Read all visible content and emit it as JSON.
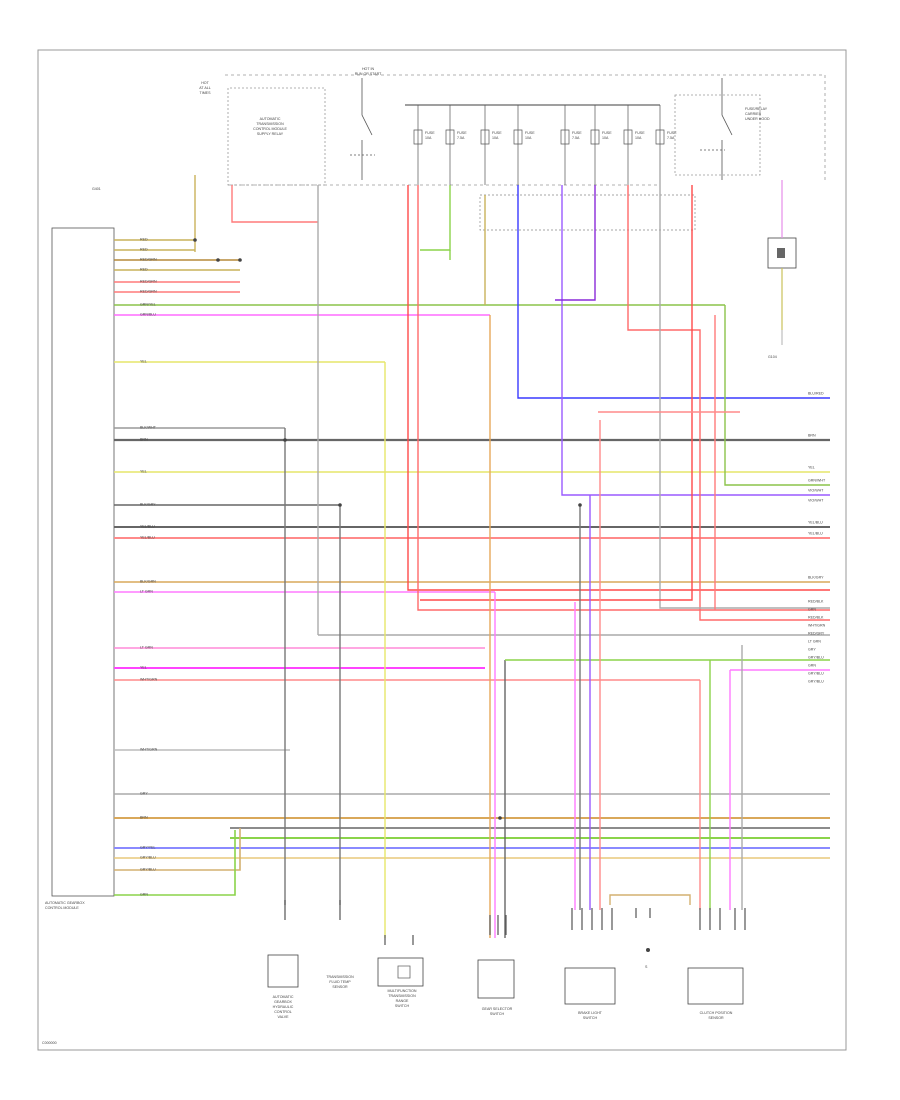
{
  "diagram": {
    "footer_code": "C000000",
    "hot_at_all_times": [
      "HOT",
      "AT ALL",
      "TIMES"
    ],
    "hot_in_run": [
      "HOT IN",
      "RUN OR START"
    ],
    "fuses": [
      "FUSE\n10A",
      "FUSE\n7.5A",
      "FUSE\n10A",
      "FUSE\n10A",
      "FUSE\n7.5A",
      "FUSE\n10A",
      "FUSE\n10A",
      "FUSE\n7.5A"
    ],
    "relay_box_label": [
      "AUTOMATIC",
      "TRANSMISSION",
      "CONTROL MODULE",
      "SUPPLY RELAY"
    ],
    "right_relay_label": [
      "FUSE/RELAY",
      "CARRIER",
      "UNDER HOOD"
    ],
    "module_label": [
      "AUTOMATIC GEARBOX",
      "CONTROL MODULE"
    ],
    "ground_labels": [
      "G401",
      "G104"
    ],
    "module_pin_colors": [
      "RED",
      "RED",
      "RED/GRN",
      "RED",
      "RED/GRN",
      "RED/GRN",
      "GRN/YEL",
      "GRN/BLU",
      "YEL",
      "BLK/WHT",
      "BRN",
      "YEL",
      "BLK/GRY",
      "YEL/BLU",
      "YEL/BLU",
      "BLK/GRN",
      "LT GRN",
      "LT GRN",
      "YEL",
      "WHT/GRN",
      "WHT/GRN",
      "GRY",
      "BRN",
      "GRY/YEL",
      "GRY/BLU",
      "GRY/BLU",
      "GRN"
    ],
    "right_wire_labels": [
      "BLU/RED",
      "BRN",
      "YEL",
      "GRN/WHT",
      "VIO/WHT",
      "VIO/WHT",
      "YEL/BLU",
      "YEL/BLU",
      "BLK/GRY",
      "RED/BLK",
      "GRN",
      "RED/BLK",
      "WHT/GRN",
      "RED/GRY",
      "LT GRN",
      "GRY",
      "GRY/BLU",
      "GRN",
      "GRY/BLU",
      "GRY/BLU"
    ],
    "bottom_components": [
      [
        "AUTOMATIC",
        "GEARBOX",
        "HYDRAULIC",
        "CONTROL",
        "VALVE"
      ],
      [
        "TRANSMISSION",
        "FLUID TEMP",
        "SENSOR"
      ],
      [
        "MULTIFUNCTION",
        "TRANSMISSION",
        "RANGE",
        "SWITCH"
      ],
      [
        "GEAR SELECTOR",
        "SWITCH"
      ],
      [
        "BRAKE LIGHT",
        "SWITCH"
      ],
      [
        "CLUTCH POSITION",
        "SENSOR"
      ]
    ],
    "s_label": "S"
  }
}
